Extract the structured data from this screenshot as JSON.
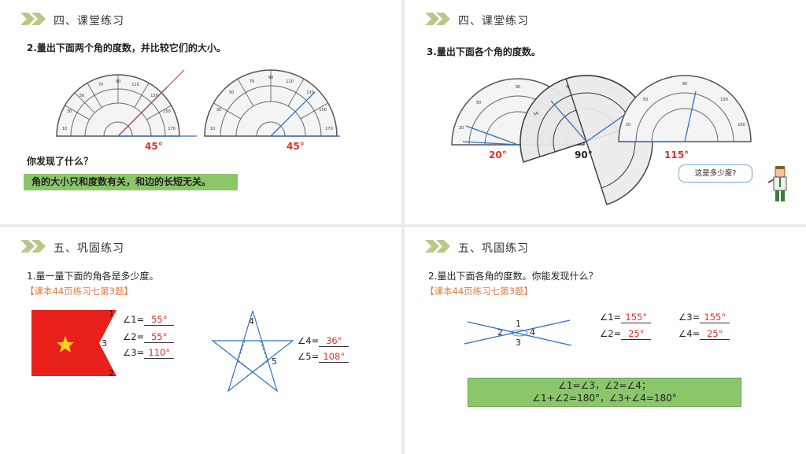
{
  "slide1": {
    "section_title": "四、课堂练习",
    "question": "2.量出下面两个角的度数，并比较它们的大小。",
    "angle_left": "45°",
    "angle_right": "45°",
    "prompt": "你发现了什么？",
    "conclusion": "角的大小只和度数有关，和边的长短无关。"
  },
  "slide2": {
    "section_title": "四、课堂练习",
    "question": "3.量出下面各个角的度数。",
    "angle_a": "20°",
    "angle_b": "90°",
    "angle_c": "115°",
    "bubble_text": "这是多少度?"
  },
  "slide3": {
    "section_title": "五、巩固练习",
    "question": "1.量一量下面的角各是多少度。",
    "reference": "【课本44页练习七第3题】",
    "flag_labels": {
      "l1": "1",
      "l2": "2",
      "l3": "3"
    },
    "star_labels": {
      "l4": "4",
      "l5": "5"
    },
    "answers": [
      {
        "label": "∠1=",
        "value": "55°"
      },
      {
        "label": "∠2=",
        "value": "55°"
      },
      {
        "label": "∠3=",
        "value": "110°"
      },
      {
        "label": "∠4=",
        "value": "36°"
      },
      {
        "label": "∠5=",
        "value": "108°"
      }
    ]
  },
  "slide4": {
    "section_title": "五、巩固练习",
    "question": "2.量出下面各角的度数。你能发现什么？",
    "reference": "【课本44页练习七第3题】",
    "cross_labels": {
      "l1": "1",
      "l2": "2",
      "l3": "3",
      "l4": "4"
    },
    "answers": [
      {
        "label": "∠1=",
        "value": "155°"
      },
      {
        "label": "∠3=",
        "value": "155°"
      },
      {
        "label": "∠2=",
        "value": "25°"
      },
      {
        "label": "∠4=",
        "value": "25°"
      }
    ],
    "conclusion_line1": "∠1=∠3，∠2=∠4；",
    "conclusion_line2": "∠1+∠2=180°，∠3+∠4=180°"
  },
  "colors": {
    "accent_green": "#8cc66b",
    "answer_red": "#e0302a",
    "reference_orange": "#e07a3c",
    "line_blue": "#2f6fc6"
  }
}
